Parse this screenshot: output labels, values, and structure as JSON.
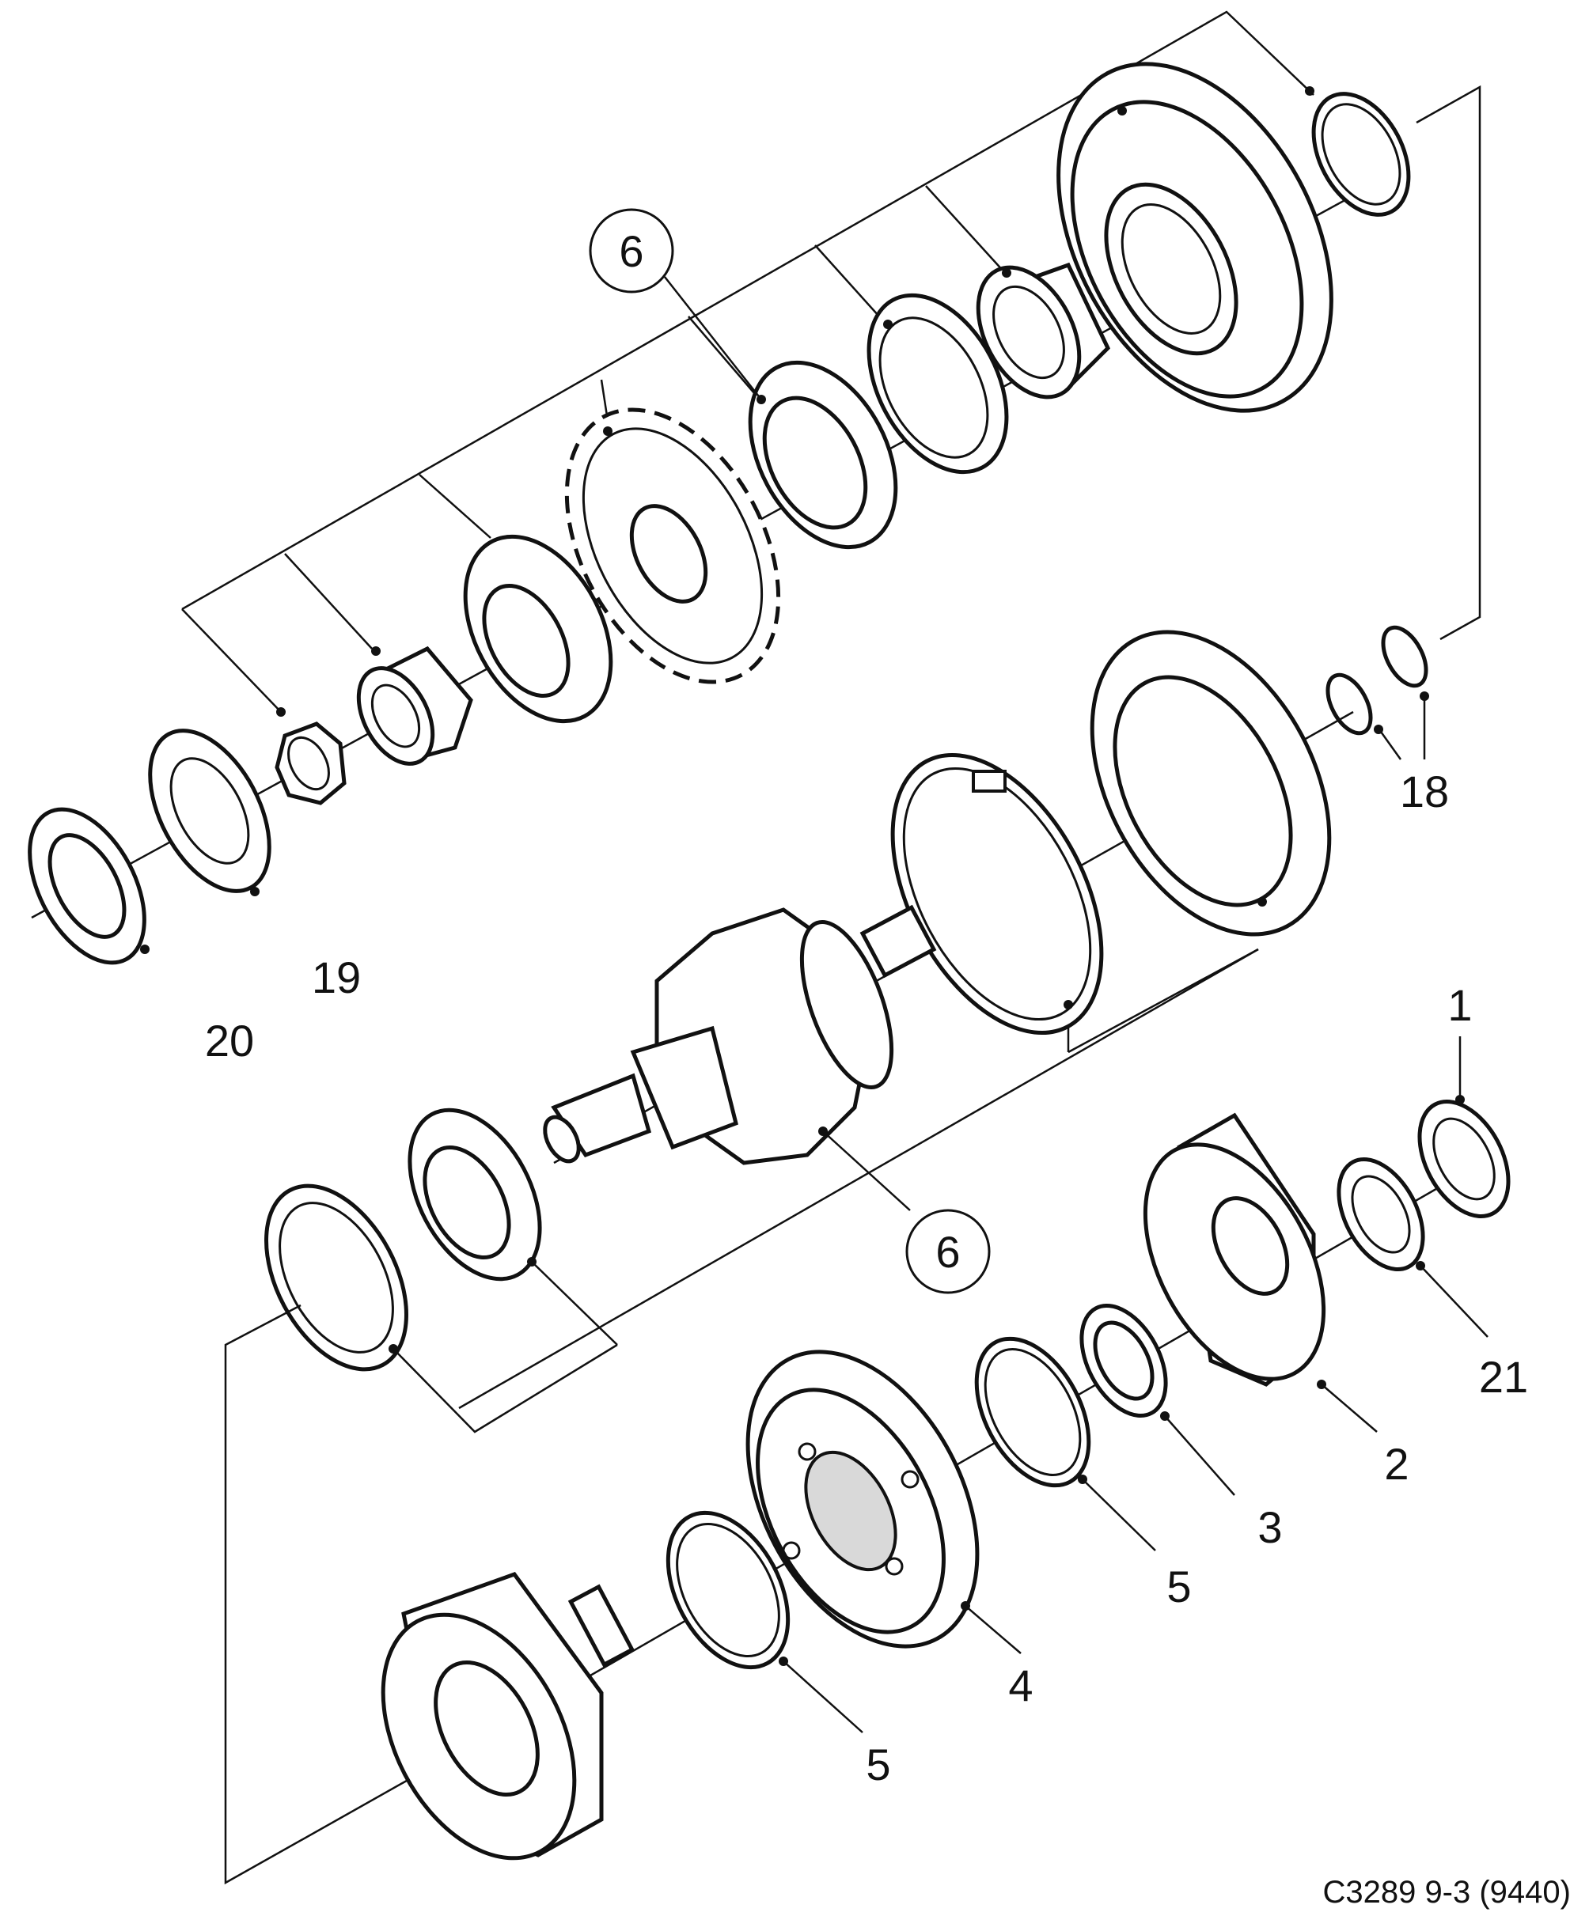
{
  "diagram": {
    "reference_code": "C3289 9-3 (9440)",
    "callouts": [
      {
        "id": "part-label-1",
        "text": "1"
      },
      {
        "id": "part-label-2",
        "text": "2"
      },
      {
        "id": "part-label-3",
        "text": "3"
      },
      {
        "id": "part-label-4",
        "text": "4"
      },
      {
        "id": "part-label-5a",
        "text": "5"
      },
      {
        "id": "part-label-5b",
        "text": "5"
      },
      {
        "id": "part-label-6-upper",
        "text": "6"
      },
      {
        "id": "part-label-6-lower",
        "text": "6"
      },
      {
        "id": "part-label-18",
        "text": "18"
      },
      {
        "id": "part-label-19",
        "text": "19"
      },
      {
        "id": "part-label-20",
        "text": "20"
      },
      {
        "id": "part-label-21",
        "text": "21"
      }
    ]
  }
}
